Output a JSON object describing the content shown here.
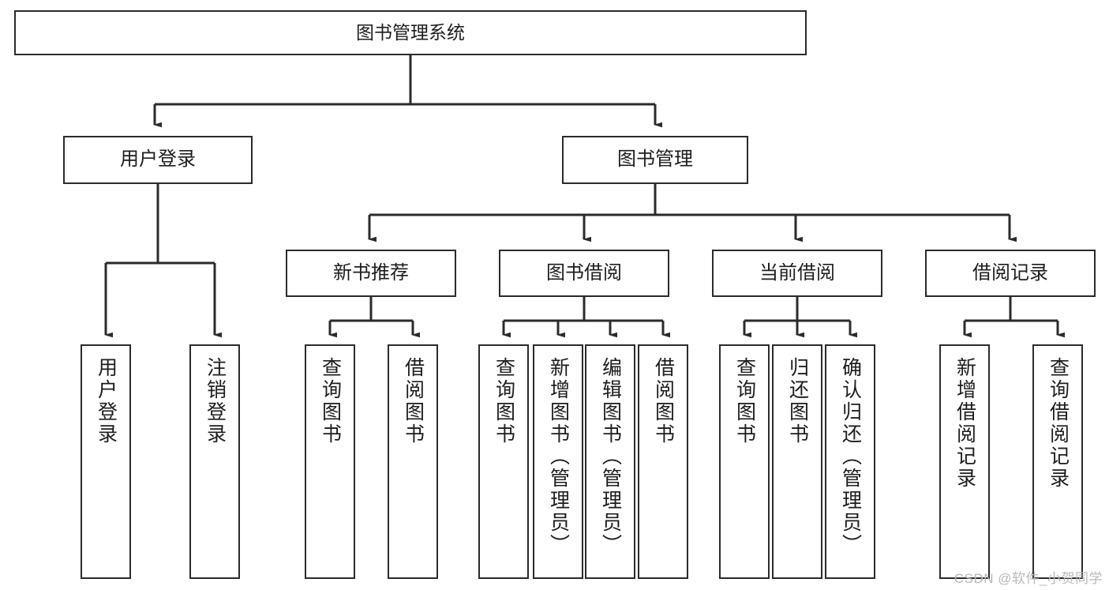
{
  "diagram": {
    "title": "图书管理系统",
    "root": {
      "label": "图书管理系统"
    },
    "level1": [
      {
        "label": "用户登录"
      },
      {
        "label": "图书管理"
      }
    ],
    "level2": [
      {
        "label": "新书推荐"
      },
      {
        "label": "图书借阅"
      },
      {
        "label": "当前借阅"
      },
      {
        "label": "借阅记录"
      }
    ],
    "leaves": [
      {
        "label": "用户登录"
      },
      {
        "label": "注销登录"
      },
      {
        "label": "查询图书"
      },
      {
        "label": "借阅图书"
      },
      {
        "label": "查询图书"
      },
      {
        "label": "新增图书（管理员）"
      },
      {
        "label": "编辑图书（管理员）"
      },
      {
        "label": "借阅图书"
      },
      {
        "label": "查询图书"
      },
      {
        "label": "归还图书"
      },
      {
        "label": "确认归还（管理员）"
      },
      {
        "label": "新增借阅记录"
      },
      {
        "label": "查询借阅记录"
      }
    ],
    "watermark": "CSDN @软件_小贺同学",
    "colors": {
      "background": "#ffffff",
      "box_fill": "#ffffff",
      "box_stroke": "#2b2b2b",
      "connector": "#2b2b2b",
      "text": "#1d1d1d",
      "watermark": "#b9b9b9"
    }
  }
}
